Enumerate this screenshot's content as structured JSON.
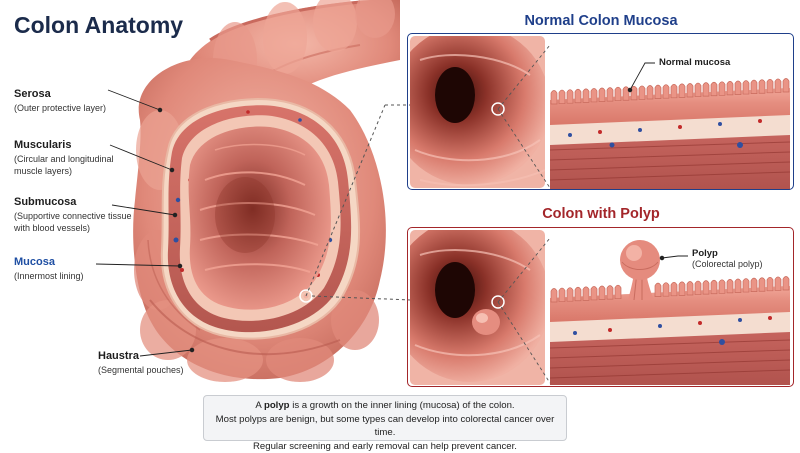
{
  "page": {
    "title": "Colon Anatomy"
  },
  "labels": {
    "serosa": {
      "name": "Serosa",
      "desc": "(Outer protective layer)"
    },
    "muscularis": {
      "name": "Muscularis",
      "desc1": "(Circular and longitudinal",
      "desc2": "muscle layers)"
    },
    "submucosa": {
      "name": "Submucosa",
      "desc1": "(Supportive connective tissue",
      "desc2": "with blood vessels)"
    },
    "mucosa": {
      "name": "Mucosa",
      "desc": "(Innermost lining)"
    },
    "haustra": {
      "name": "Haustra",
      "desc": "(Segmental pouches)"
    }
  },
  "normal_panel": {
    "title": "Normal Colon Mucosa",
    "callout": "Normal mucosa"
  },
  "polyp_panel": {
    "title": "Colon with Polyp",
    "callout": "Polyp",
    "callout_sub": "(Colorectal polyp)"
  },
  "note": {
    "prefix": "A ",
    "bold": "polyp",
    "line1_rest": " is a growth on the inner lining (mucosa) of the colon.",
    "line2": "Most polyps are benign, but some types can develop into colorectal cancer over time.",
    "line3": "Regular screening and early removal can help prevent cancer."
  },
  "colors": {
    "normal_accent": "#1f3f8a",
    "polyp_accent": "#a3262a",
    "tissue": "#e59a8c",
    "muscle": "#c9564f"
  }
}
